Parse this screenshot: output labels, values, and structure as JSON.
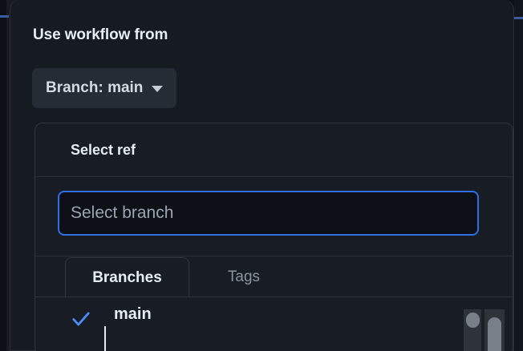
{
  "dialog": {
    "title": "Use workflow from",
    "branch_button": {
      "label": "Branch: main",
      "caret_icon": "chevron-down-icon"
    }
  },
  "ref_panel": {
    "header_title": "Select ref",
    "search": {
      "placeholder": "Select branch",
      "value": ""
    },
    "tabs": [
      {
        "label": "Branches",
        "active": true
      },
      {
        "label": "Tags",
        "active": false
      }
    ],
    "items": [
      {
        "label": "main",
        "selected": true,
        "check_icon": "check-icon"
      }
    ]
  },
  "colors": {
    "dialog_background": "#161b22",
    "panel_background": "#171c25",
    "page_background": "#0d1117",
    "input_background": "#0d1117",
    "focus_ring": "#2f6fe4",
    "check_blue": "#4a8bf5",
    "text_primary": "#e6edf3",
    "text_muted": "#8b949e",
    "border": "#30363d",
    "button_background": "#262c36",
    "scrollbar_thumb": "#787f88"
  }
}
